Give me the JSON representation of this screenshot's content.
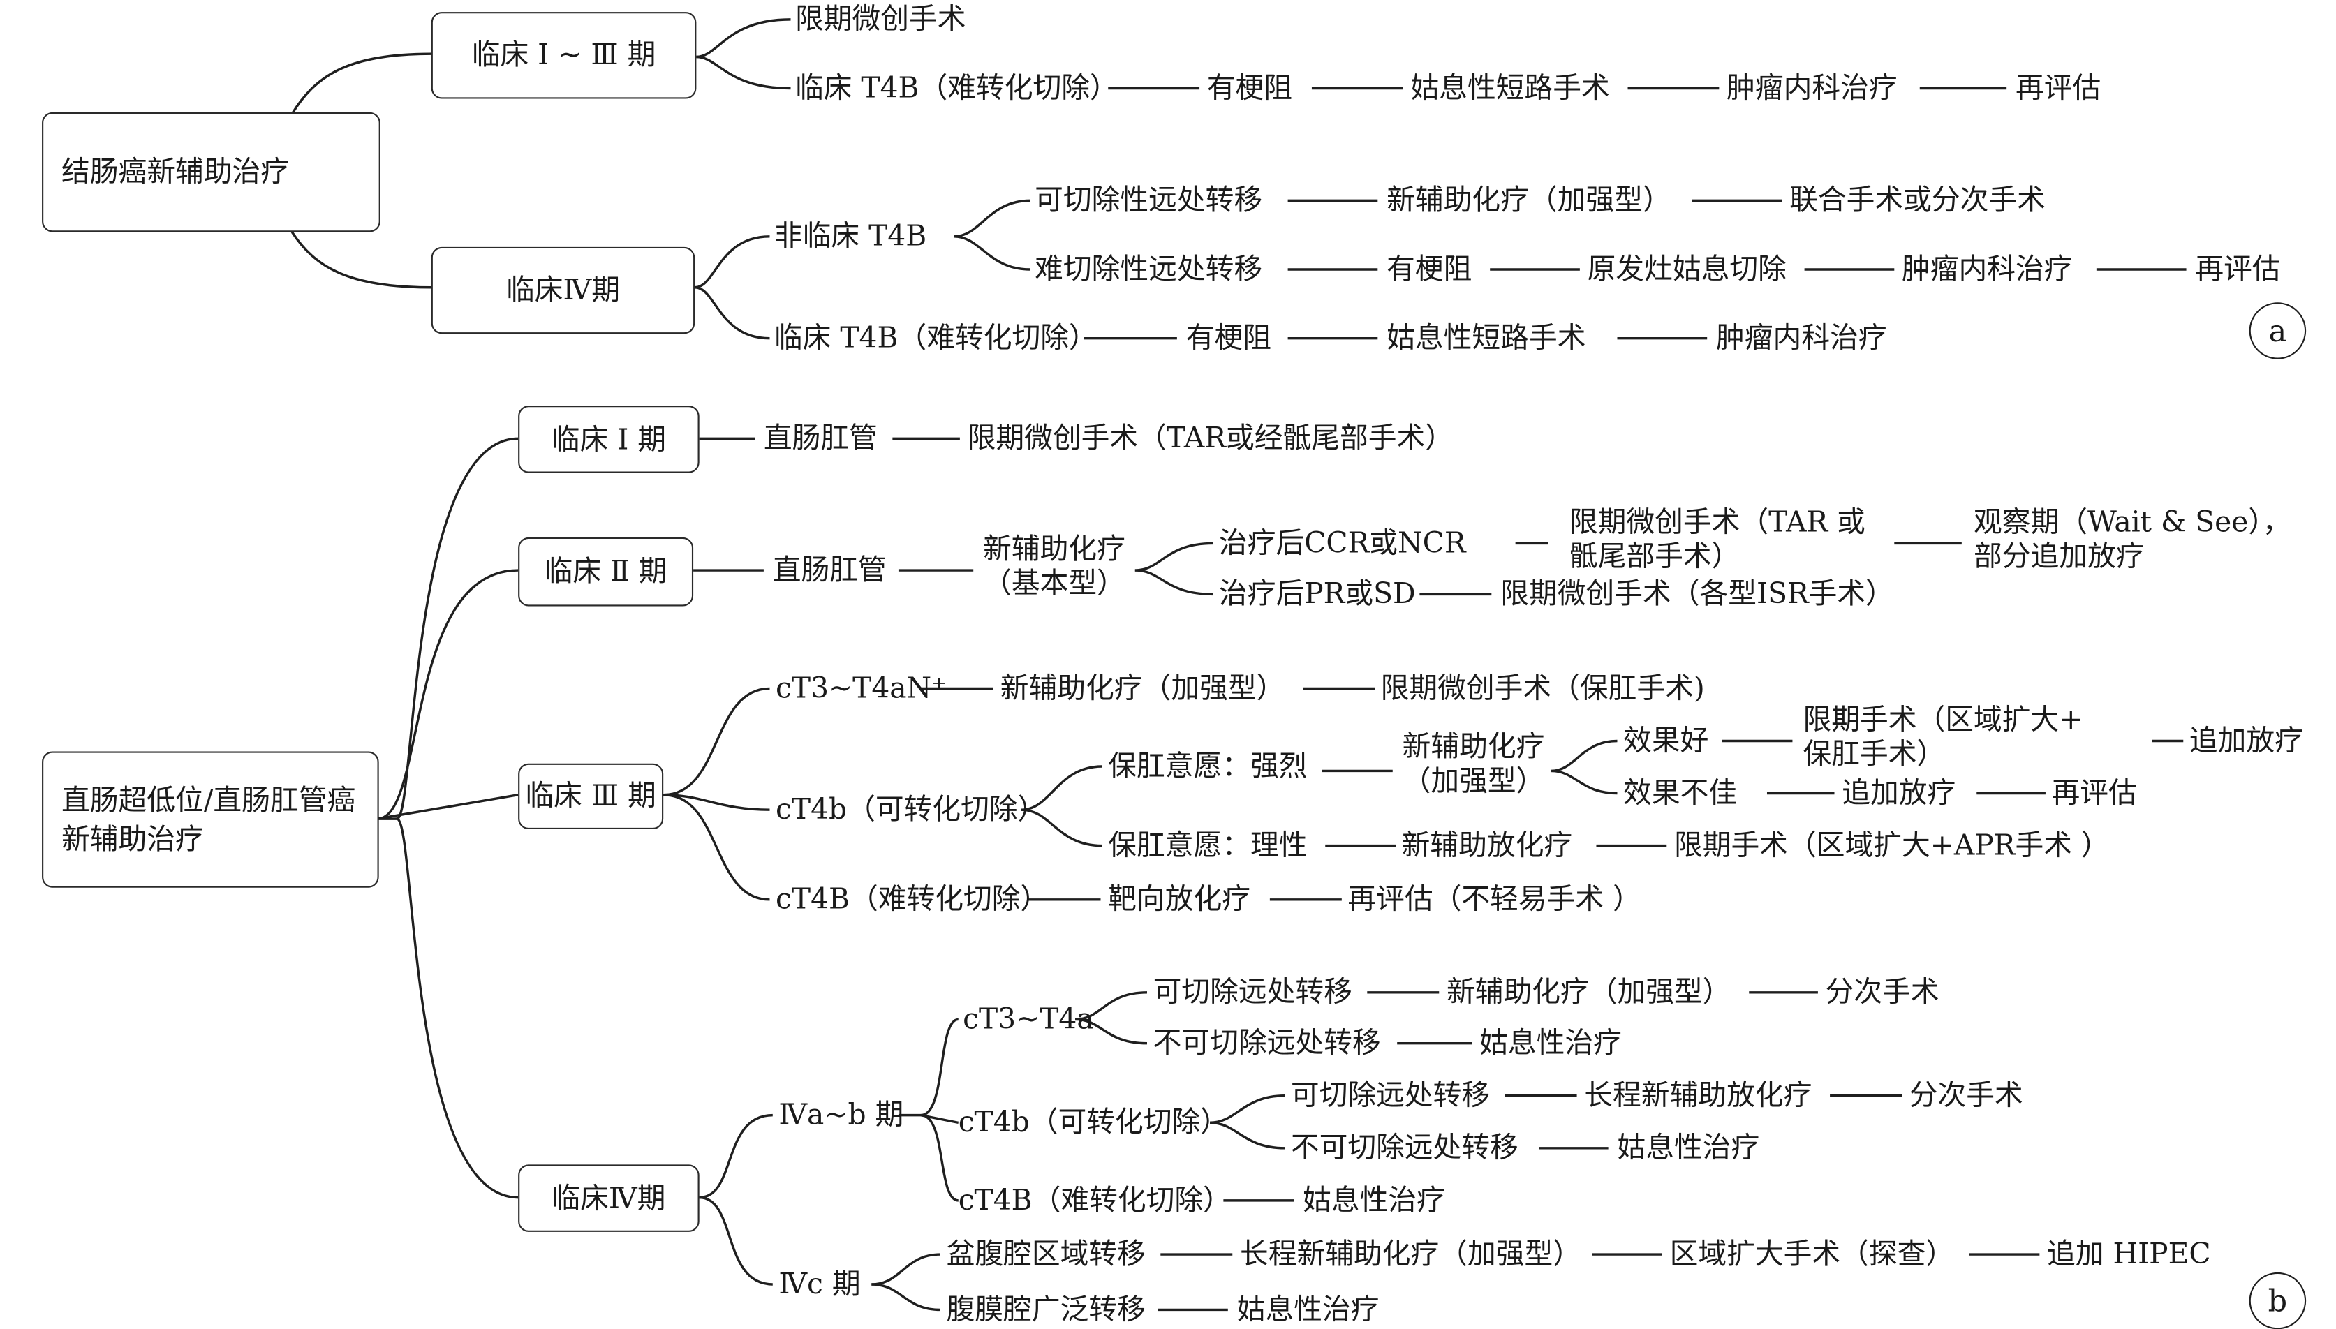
{
  "panel_a": {
    "label": "a",
    "root": "结肠癌新辅助治疗",
    "stage_1_3": {
      "label": "临床 Ⅰ ~ Ⅲ 期",
      "row1": "限期微创手术",
      "row2": [
        "临床 T4B（难转化切除）",
        "有梗阻",
        "姑息性短路手术",
        "肿瘤内科治疗",
        "再评估"
      ]
    },
    "stage_4": {
      "label": "临床Ⅳ期",
      "non_t4b": "非临床 T4B",
      "row_resectable": [
        "可切除性远处转移",
        "新辅助化疗（加强型）",
        "联合手术或分次手术"
      ],
      "row_unresectable": [
        "难切除性远处转移",
        "有梗阻",
        "原发灶姑息切除",
        "肿瘤内科治疗",
        "再评估"
      ],
      "row_t4b": [
        "临床 T4B（难转化切除）",
        "有梗阻",
        "姑息性短路手术",
        "肿瘤内科治疗"
      ]
    }
  },
  "panel_b": {
    "label": "b",
    "root_line1": "直肠超低位/直肠肛管癌",
    "root_line2": "新辅助治疗",
    "stage_1": {
      "label": "临床 Ⅰ 期",
      "row": [
        "直肠肛管",
        "限期微创手术（TAR或经骶尾部手术）"
      ]
    },
    "stage_2": {
      "label": "临床 Ⅱ 期",
      "site": "直肠肛管",
      "chemo_line1": "新辅助化疗",
      "chemo_line2": "（基本型）",
      "ccr": "治疗后CCR或NCR",
      "ccr_surgery_line1": "限期微创手术（TAR 或",
      "ccr_surgery_line2": "骶尾部手术）",
      "observe_line1": "观察期（Wait & See），",
      "observe_line2": "部分追加放疗",
      "pr": "治疗后PR或SD",
      "pr_surgery": "限期微创手术（各型ISR手术）"
    },
    "stage_3": {
      "label": "临床 Ⅲ 期",
      "row_ct3": [
        "cT3~T4aN⁺",
        "新辅助化疗（加强型）",
        "限期微创手术（保肛手术)"
      ],
      "ct4b": "cT4b（可转化切除）",
      "wish_strong": "保肛意愿：强烈",
      "chemo_line1": "新辅助化疗",
      "chemo_line2": "（加强型）",
      "good": "效果好",
      "limited_line1": "限期手术（区域扩大+",
      "limited_line2": "保肛手术）",
      "add_radio": "追加放疗",
      "poor": "效果不佳",
      "poor_add": "追加放疗",
      "poor_reeval": "再评估",
      "wish_rational": "保肛意愿：理性",
      "rational_chemo": "新辅助放化疗",
      "rational_surgery": "限期手术（区域扩大+APR手术 ）",
      "row_t4b": [
        "cT4B（难转化切除）",
        "靶向放化疗",
        "再评估（不轻易手术 ）"
      ]
    },
    "stage_4": {
      "label": "临床Ⅳ期",
      "iv_ab": "Ⅳa~b 期",
      "ct3": "cT3~T4a",
      "ct3_resectable": [
        "可切除远处转移",
        "新辅助化疗（加强型）",
        "分次手术"
      ],
      "ct3_unresectable": [
        "不可切除远处转移",
        "姑息性治疗"
      ],
      "ct4b": "cT4b（可转化切除）",
      "ct4b_resectable": [
        "可切除远处转移",
        "长程新辅助放化疗",
        "分次手术"
      ],
      "ct4b_unresectable": [
        "不可切除远处转移",
        "姑息性治疗"
      ],
      "ct4b_hard": [
        "cT4B（难转化切除）",
        "姑息性治疗"
      ],
      "iv_c": "Ⅳc 期",
      "pelvic": [
        "盆腹腔区域转移",
        "长程新辅助化疗（加强型）",
        "区域扩大手术（探查）",
        "追加 HIPEC"
      ],
      "peritoneal": [
        "腹膜腔广泛转移",
        "姑息性治疗"
      ]
    }
  }
}
